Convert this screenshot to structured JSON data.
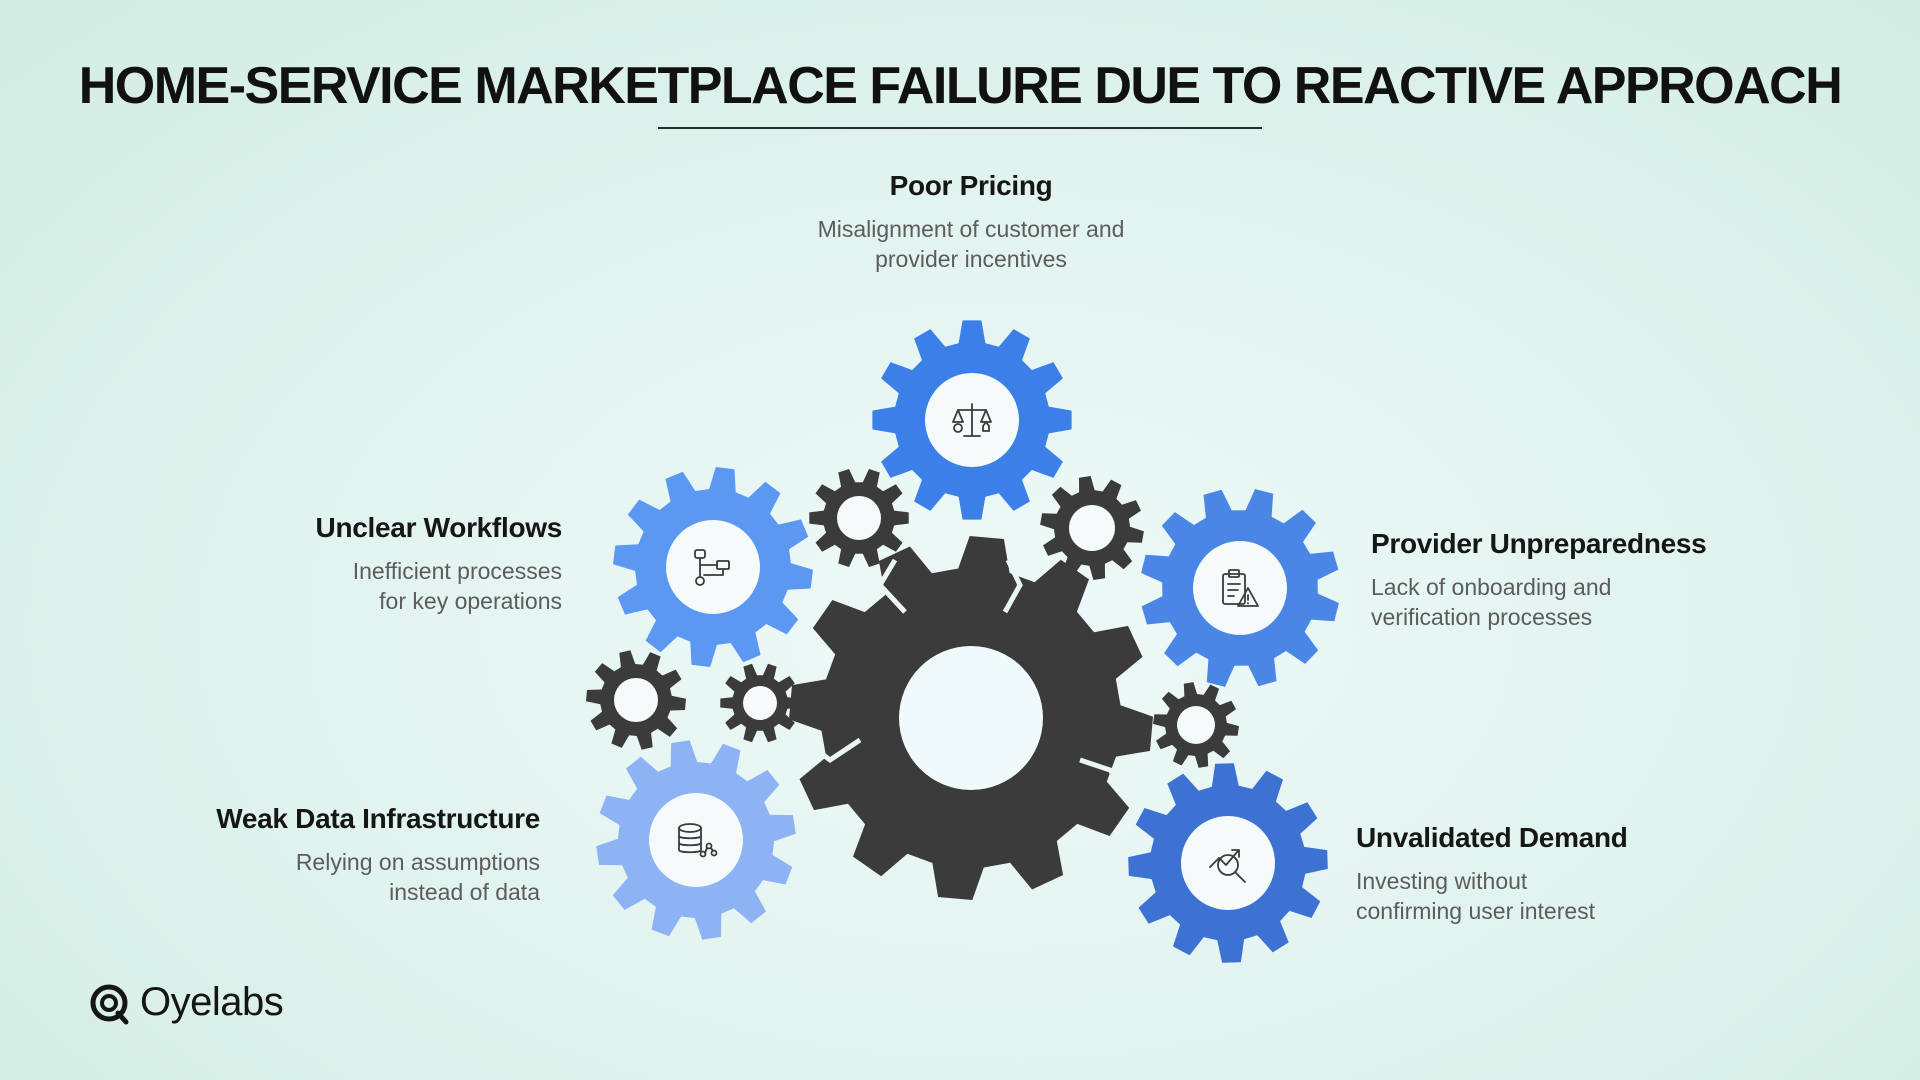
{
  "title": "HOME-SERVICE MARKETPLACE FAILURE DUE TO REACTIVE APPROACH",
  "items": {
    "poor_pricing": {
      "title": "Poor Pricing",
      "desc_line1": "Misalignment of customer and",
      "desc_line2": "provider incentives",
      "icon": "balance-scale-icon",
      "color": "#3d7fe8"
    },
    "unclear_workflows": {
      "title": "Unclear Workflows",
      "desc_line1": "Inefficient processes",
      "desc_line2": "for key operations",
      "icon": "workflow-icon",
      "color": "#5b98f2"
    },
    "provider_unpreparedness": {
      "title": "Provider Unpreparedness",
      "desc_line1": "Lack of onboarding and",
      "desc_line2": "verification processes",
      "icon": "clipboard-warning-icon",
      "color": "#4a86e6"
    },
    "weak_data_infrastructure": {
      "title": "Weak Data Infrastructure",
      "desc_line1": "Relying on assumptions",
      "desc_line2": "instead of data",
      "icon": "database-icon",
      "color": "#8db3f4"
    },
    "unvalidated_demand": {
      "title": "Unvalidated Demand",
      "desc_line1": "Investing without",
      "desc_line2": "confirming user interest",
      "icon": "trend-search-icon",
      "color": "#3e72d2"
    }
  },
  "gear_dark_color": "#3b3b3b",
  "logo": {
    "text": "Oyelabs",
    "icon": "oyelabs-logo-icon"
  }
}
